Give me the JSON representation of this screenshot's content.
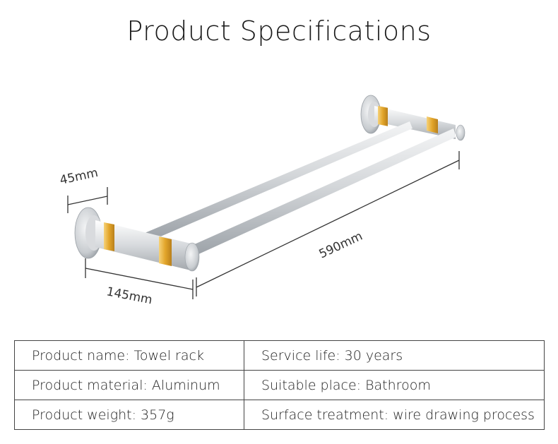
{
  "page": {
    "title": "Product Specifications"
  },
  "figure": {
    "item": "towel-rack",
    "dimensions": {
      "base_diameter": "45mm",
      "depth": "145mm",
      "length": "590mm"
    },
    "colors": {
      "metal": "#d9dbde",
      "gold_accent": "#e2a52a",
      "dimension_line": "#333333"
    }
  },
  "specs": {
    "rows": [
      {
        "left": "Product name: Towel rack",
        "right": "Service life: 30 years"
      },
      {
        "left": "Product material: Aluminum",
        "right": "Suitable place: Bathroom"
      },
      {
        "left": "Product weight: 357g",
        "right": "Surface treatment: wire drawing process"
      }
    ]
  }
}
